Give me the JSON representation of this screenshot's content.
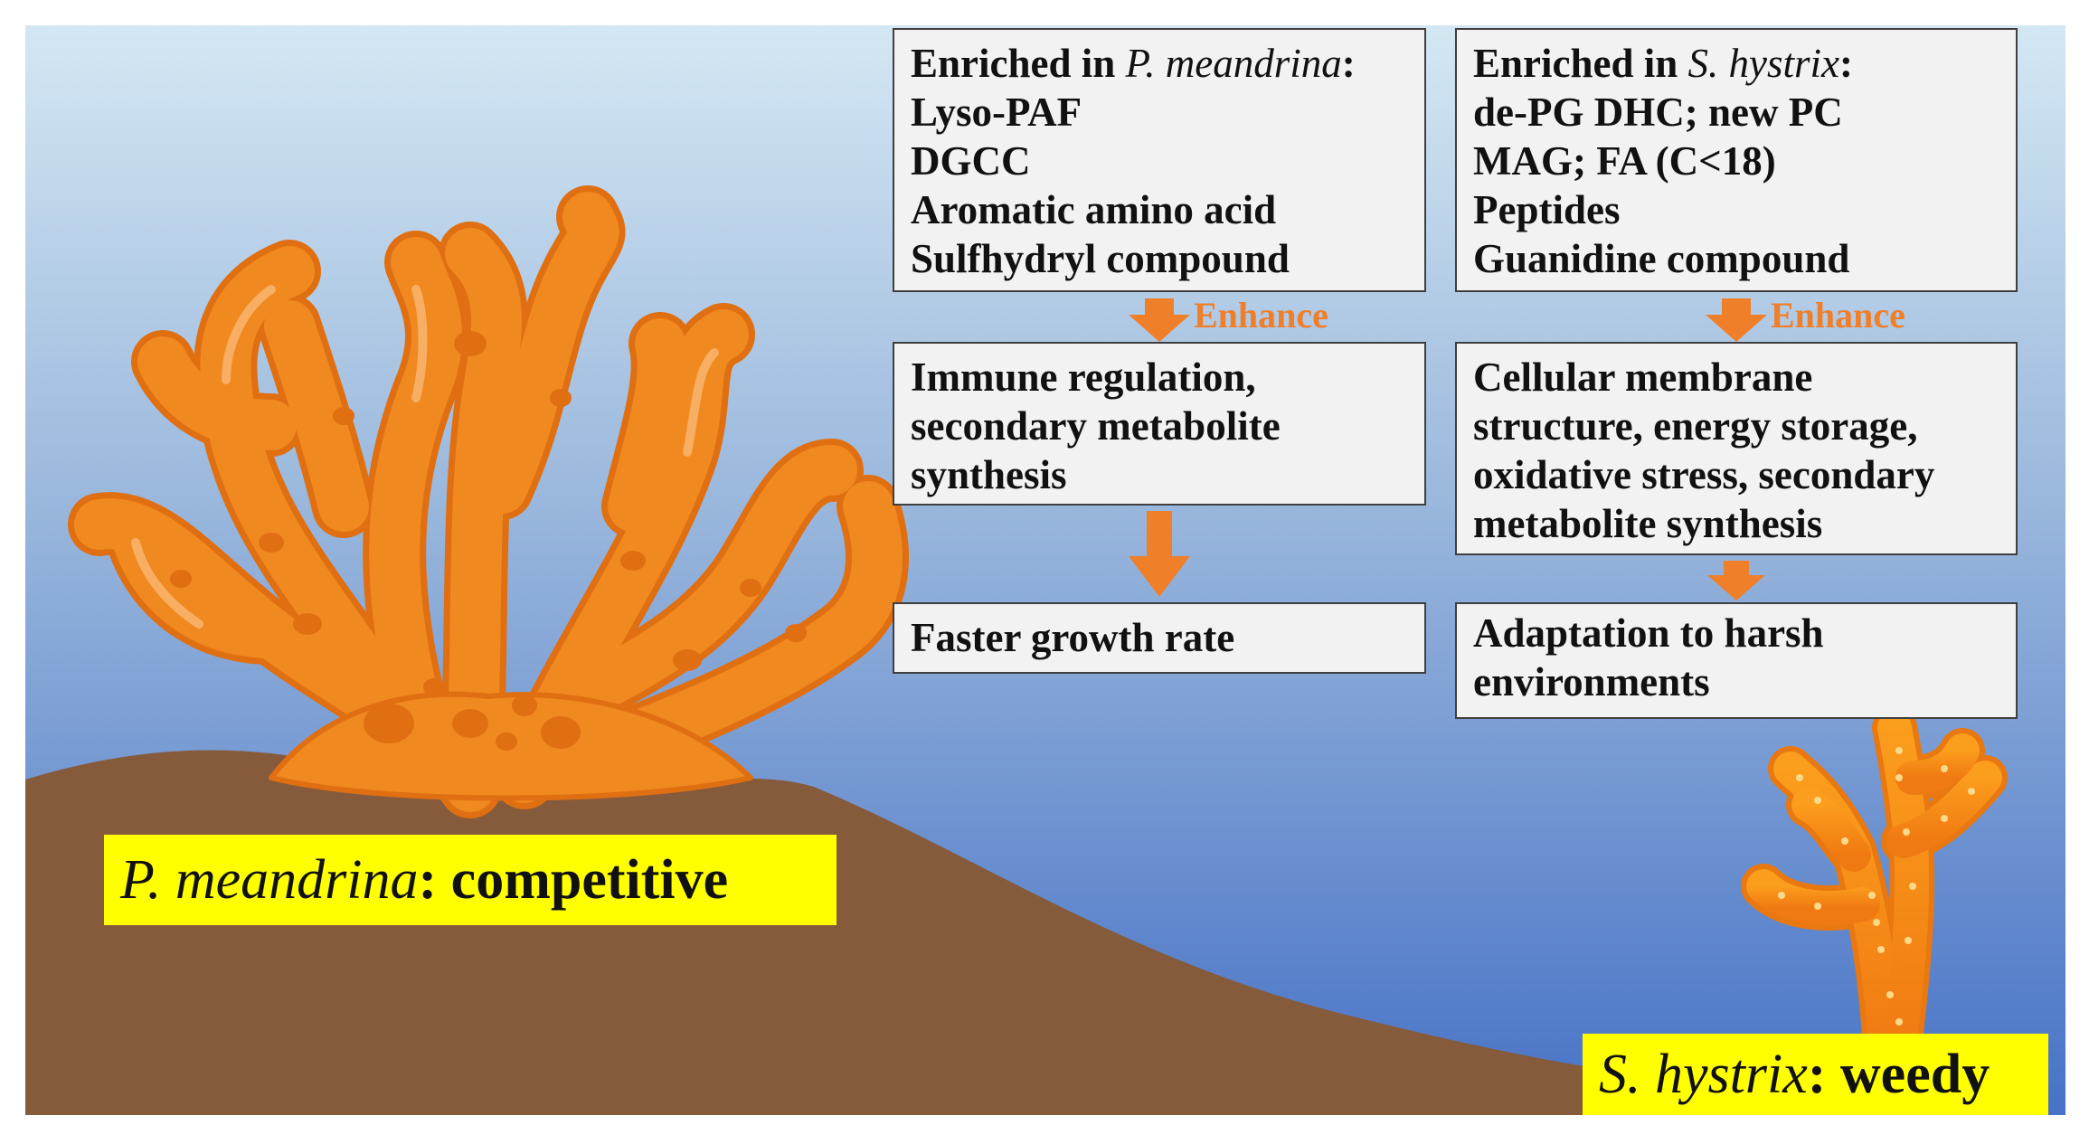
{
  "colors": {
    "water_top": "#d4e7f3",
    "water_bottom": "#4a76c8",
    "ground": "#855b3b",
    "coral_main": "#f08a1e",
    "coral_dark": "#e06f12",
    "coral_light": "#f8b36a",
    "box_bg": "#f2f2f2",
    "box_border": "#3f3f3f",
    "arrow": "#f07f2a",
    "label_bg": "#ffff00"
  },
  "left_column": {
    "enriched": {
      "heading_prefix": "Enriched in ",
      "heading_species": "P. meandrina",
      "heading_suffix": ":",
      "items": [
        "Lyso-PAF",
        "DGCC",
        "Aromatic amino acid",
        "Sulfhydryl compound"
      ]
    },
    "enhance_label": "Enhance",
    "functions": [
      "Immune regulation,",
      "secondary metabolite",
      "synthesis"
    ],
    "outcome": [
      "Faster growth rate"
    ]
  },
  "right_column": {
    "enriched": {
      "heading_prefix": "Enriched in ",
      "heading_species": "S. hystrix",
      "heading_suffix": ":",
      "items": [
        "de-PG DHC; new PC",
        "MAG; FA (C<18)",
        "Peptides",
        "Guanidine compound"
      ]
    },
    "enhance_label": "Enhance",
    "functions": [
      "Cellular membrane",
      "structure, energy storage,",
      "oxidative stress, secondary",
      "metabolite synthesis"
    ],
    "outcome": [
      "Adaptation to harsh",
      "environments"
    ]
  },
  "species_labels": {
    "left": {
      "species": "P. meandrina",
      "suffix": ": competitive"
    },
    "right": {
      "species": "S. hystrix",
      "suffix": ": weedy"
    }
  }
}
